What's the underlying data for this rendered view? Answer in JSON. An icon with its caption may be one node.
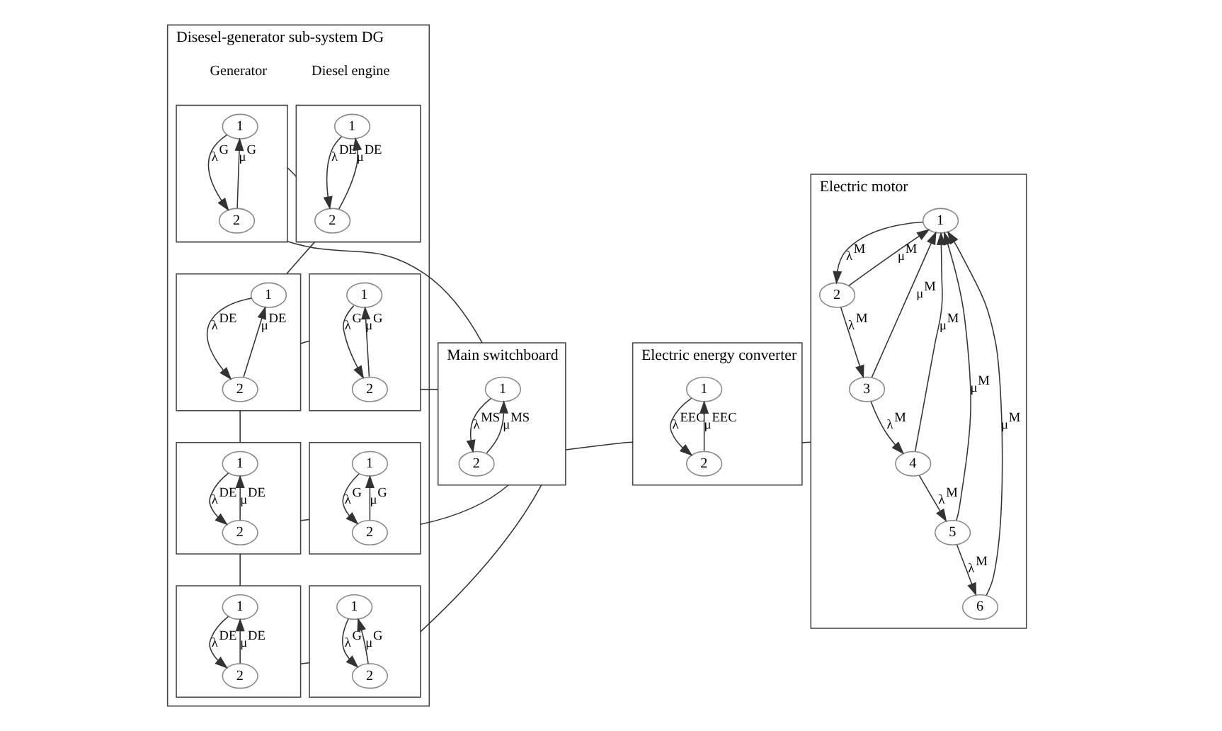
{
  "diagram": {
    "nodes": [
      {
        "text": [
          "Disesel-generator sub-system DG"
        ]
      },
      {
        "text": [],
        "shape": "box",
        "in": 0
      },
      {
        "text": [
          "1"
        ],
        "in": 1
      },
      {
        "text": [
          "2"
        ],
        "in": 1
      },
      {
        "text": [],
        "shape": "box",
        "in": 0
      },
      {
        "text": [
          "1"
        ],
        "in": 4
      },
      {
        "text": [
          "2"
        ],
        "in": 4
      },
      {
        "text": [],
        "shape": "box",
        "in": 0
      },
      {
        "text": [
          "1"
        ],
        "in": 7
      },
      {
        "text": [
          "2"
        ],
        "in": 7
      },
      {
        "text": [],
        "shape": "box",
        "in": 0
      },
      {
        "text": [
          "1"
        ],
        "in": 10
      },
      {
        "text": [
          "2"
        ],
        "in": 10
      },
      {
        "text": [],
        "shape": "box",
        "in": 0
      },
      {
        "text": [
          "1"
        ],
        "in": 13
      },
      {
        "text": [
          "2"
        ],
        "in": 13
      },
      {
        "text": [],
        "shape": "box",
        "in": 0
      },
      {
        "text": [
          "1"
        ],
        "in": 16
      },
      {
        "text": [
          "2"
        ],
        "in": 16
      },
      {
        "text": [],
        "shape": "box",
        "in": 0
      },
      {
        "text": [
          "1"
        ],
        "in": 19
      },
      {
        "text": [
          "2"
        ],
        "in": 19
      },
      {
        "text": [],
        "shape": "box",
        "in": 0
      },
      {
        "text": [
          "1"
        ],
        "in": 22
      },
      {
        "text": [
          "2"
        ],
        "in": 22
      },
      {
        "text": [
          "Main switchboard"
        ]
      },
      {
        "text": [
          "1"
        ],
        "in": 25
      },
      {
        "text": [
          "2"
        ],
        "in": 25
      },
      {
        "text": [
          "Electric energy converter"
        ]
      },
      {
        "text": [
          "1"
        ],
        "in": 28
      },
      {
        "text": [
          "2"
        ],
        "in": 28
      },
      {
        "text": [
          "Electric motor"
        ]
      },
      {
        "text": [
          "1"
        ],
        "in": 31
      },
      {
        "text": [
          "2"
        ],
        "in": 31
      },
      {
        "text": [
          "3"
        ],
        "in": 31
      },
      {
        "text": [
          "4"
        ],
        "in": 31
      },
      {
        "text": [
          "5"
        ],
        "in": 31
      },
      {
        "text": [
          "6"
        ],
        "in": 31
      }
    ],
    "edges": [
      {
        "from": 2,
        "to": 3,
        "arrow": "to",
        "label": "λ$^{DE}$"
      },
      {
        "from": 3,
        "to": 2,
        "arrow": "to",
        "label": "μ$^{DE}$"
      },
      {
        "from": 5,
        "to": 6,
        "arrow": "to",
        "label": "λ$^{G}$"
      },
      {
        "from": 6,
        "to": 5,
        "arrow": "to",
        "label": "μ$^{G}$"
      },
      {
        "from": 8,
        "to": 9,
        "arrow": "to",
        "label": "λ$^{DE}$"
      },
      {
        "from": 9,
        "to": 8,
        "arrow": "to",
        "label": "μ$^{DE}$"
      },
      {
        "from": 11,
        "to": 12,
        "arrow": "to",
        "label": "λ$^{G}$"
      },
      {
        "from": 12,
        "to": 11,
        "arrow": "to",
        "label": "μ$^{G}$"
      },
      {
        "from": 14,
        "to": 15,
        "arrow": "to",
        "label": "λ$^{DE}$"
      },
      {
        "from": 15,
        "to": 14,
        "arrow": "to",
        "label": "μ$^{DE}$"
      },
      {
        "from": 17,
        "to": 18,
        "arrow": "to",
        "label": "λ$^{G}$"
      },
      {
        "from": 18,
        "to": 17,
        "arrow": "to",
        "label": "μ$^{G}$"
      },
      {
        "from": 20,
        "to": 21,
        "arrow": "to",
        "label": "λ$^{DE}$"
      },
      {
        "from": 21,
        "to": 20,
        "arrow": "to",
        "label": "μ$^{DE}$"
      },
      {
        "from": 23,
        "to": 24,
        "arrow": "to",
        "label": "λ$^{G}$"
      },
      {
        "from": 24,
        "to": 23,
        "arrow": "to",
        "label": "μ$^{G}$"
      },
      {
        "from": 26,
        "to": 27,
        "arrow": "to",
        "label": "λ$^{MS}$"
      },
      {
        "from": 27,
        "to": 26,
        "arrow": "to",
        "label": "μ$^{MS}$"
      },
      {
        "from": 29,
        "to": 30,
        "arrow": "to",
        "label": "λ$^{EEC}$"
      },
      {
        "from": 30,
        "to": 29,
        "arrow": "to",
        "label": "μ$^{EEC}$"
      },
      {
        "from": 32,
        "to": 33,
        "arrow": "to",
        "label": "λ$^{M}$"
      },
      {
        "from": 33,
        "to": 32,
        "arrow": "to",
        "label": "μ$^{M}$"
      },
      {
        "from": 33,
        "to": 34,
        "arrow": "to",
        "label": "λ$^{M}$"
      },
      {
        "from": 34,
        "to": 32,
        "arrow": "to",
        "label": "μ$^{M}$"
      },
      {
        "from": 34,
        "to": 35,
        "arrow": "to",
        "label": "λ$^{M}$"
      },
      {
        "from": 35,
        "to": 32,
        "arrow": "to",
        "label": "μ$^{M}$"
      },
      {
        "from": 35,
        "to": 36,
        "arrow": "to",
        "label": "λ$^{M}$"
      },
      {
        "from": 36,
        "to": 32,
        "arrow": "to",
        "label": "μ$^{M}$"
      },
      {
        "from": 36,
        "to": 37,
        "arrow": "to",
        "label": "λ$^{M}$"
      },
      {
        "from": 37,
        "to": 32,
        "arrow": "to",
        "label": "μ$^{M}$"
      },
      {
        "from": 1,
        "to": 4,
        "arrow": "none"
      },
      {
        "from": 7,
        "to": 10,
        "arrow": "none"
      },
      {
        "from": 13,
        "to": 16,
        "arrow": "none"
      },
      {
        "from": 19,
        "to": 22,
        "arrow": "none"
      },
      {
        "from": 1,
        "to": 7,
        "arrow": "none"
      },
      {
        "from": 7,
        "to": 13,
        "arrow": "none"
      },
      {
        "from": 13,
        "to": 19,
        "arrow": "none"
      },
      {
        "from": 4,
        "to": 25,
        "arrow": "none"
      },
      {
        "from": 10,
        "to": 25,
        "arrow": "none"
      },
      {
        "from": 16,
        "to": 25,
        "arrow": "none"
      },
      {
        "from": 22,
        "to": 25,
        "arrow": "none"
      },
      {
        "from": 25,
        "to": 28,
        "arrow": "none"
      },
      {
        "from": 28,
        "to": 31,
        "arrow": "none"
      }
    ],
    "labels": [
      "Diesel engine",
      "Generator"
    ]
  }
}
